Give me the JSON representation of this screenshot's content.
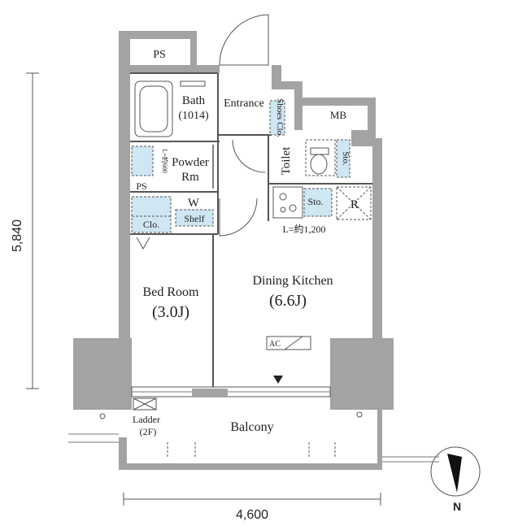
{
  "dimensions": {
    "height": "5,840",
    "width": "4,600"
  },
  "rooms": {
    "ps_top": "PS",
    "bath": "Bath",
    "bath_size": "(1014)",
    "entrance": "Entrance",
    "shoes_closet": "Shoes Clo.",
    "mb": "MB",
    "toilet": "Toilet",
    "toilet_storage": "Sto.",
    "powder_room": "Powder",
    "powder_room_2": "Rm",
    "powder_counter": "L=約600",
    "ps_small": "PS",
    "w_label": "W",
    "shelf": "Shelf",
    "closet": "Clo.",
    "kitchen_storage": "Sto.",
    "refrigerator": "R",
    "kitchen_counter": "L=約1,200",
    "bedroom": "Bed Room",
    "bedroom_size": "(3.0J)",
    "dining_kitchen": "Dining Kitchen",
    "dining_kitchen_size": "(6.6J)",
    "ac": "AC",
    "balcony": "Balcony",
    "ladder": "Ladder",
    "ladder_floor": "(2F)"
  },
  "compass": {
    "north": "N"
  },
  "colors": {
    "wall": "#a3a3a3",
    "storage": "#cfe6f3",
    "line": "#555555"
  }
}
